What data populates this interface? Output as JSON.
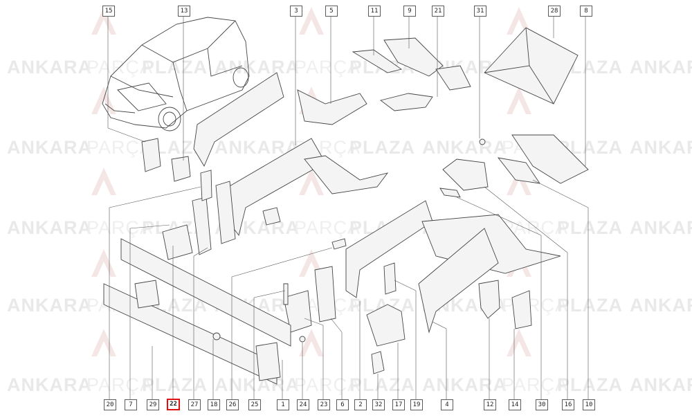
{
  "watermark": {
    "word_bold_1": "ANKARA",
    "word_light": "PARÇA",
    "word_bold_2": "PLAZA",
    "partial": "ANKAR",
    "logo_letters": "AP"
  },
  "selected_part": "22",
  "callouts_top": [
    "15",
    "13",
    "3",
    "5",
    "11",
    "9",
    "21",
    "31",
    "28",
    "8"
  ],
  "callouts_bottom": [
    "20",
    "7",
    "29",
    "22",
    "27",
    "18",
    "26",
    "25",
    "1",
    "24",
    "23",
    "6",
    "2",
    "32",
    "17",
    "19",
    "4",
    "12",
    "14",
    "30",
    "16",
    "10"
  ]
}
